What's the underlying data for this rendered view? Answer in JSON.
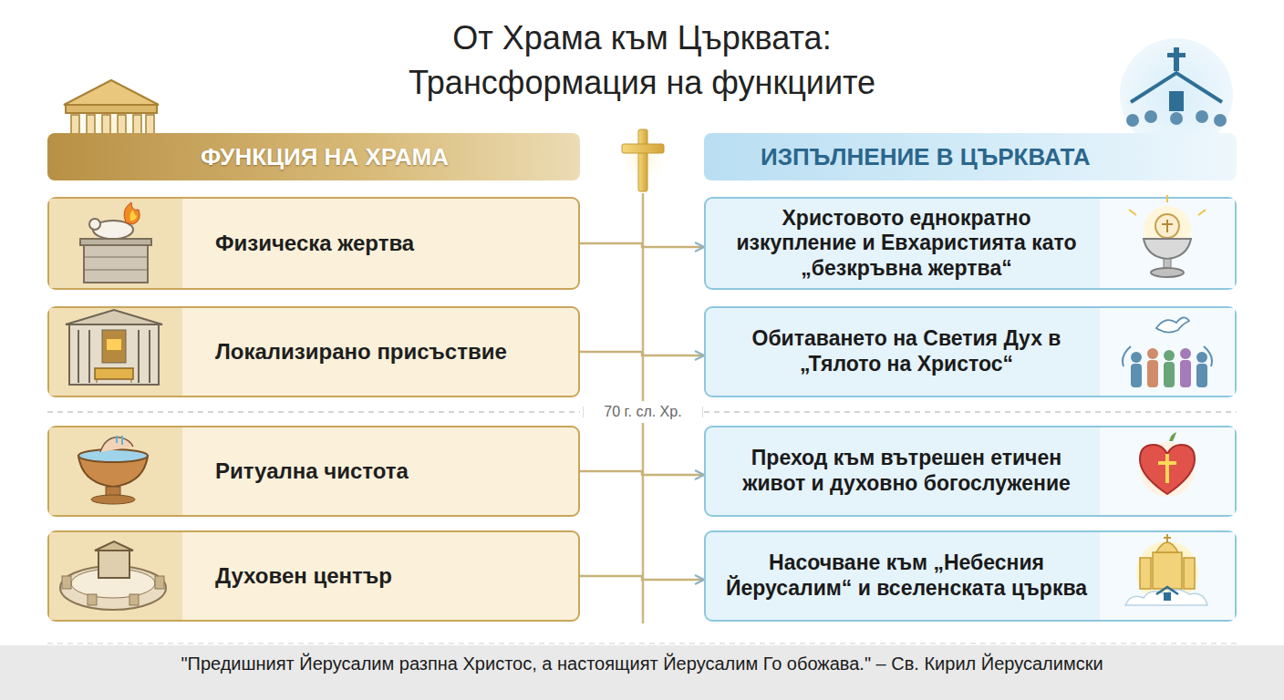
{
  "diagram": {
    "title": "От Храма към Църквата: Трансформация на функциите",
    "caption": "\"Предишният Йерусалим разпна Христос, а настоящият Йерусалим Го обожава.\" – Св. Кирил Йерусалимски",
    "nodes": [
      {
        "text": [
          "ФУНКЦИЯ НА ХРАМА"
        ]
      },
      {
        "text": [
          "ИЗПЪЛНЕНИЕ В ЦЪРКВАТА"
        ]
      },
      {
        "text": [
          "Физическа жертва"
        ]
      },
      {
        "text": [
          "Христовото еднократно изкупление и Евхаристията като „безкръвна жертва“"
        ]
      },
      {
        "text": [
          "Локализирано присъствие"
        ]
      },
      {
        "text": [
          "Обитаването на Светия Дух в „Тялото на Христос“"
        ]
      },
      {
        "text": [
          "Ритуална чистота"
        ]
      },
      {
        "text": [
          "Преход към вътрешен етичен живот и духовно богослужение"
        ]
      },
      {
        "text": [
          "Духовен център"
        ]
      },
      {
        "text": [
          "Насочване към „Небесния Йерусалим“ и вселенската църква"
        ]
      }
    ],
    "edges": [
      {
        "from": 2,
        "to": 3,
        "arrow": "to"
      },
      {
        "from": 4,
        "to": 5,
        "arrow": "to"
      },
      {
        "from": 6,
        "to": 7,
        "arrow": "to"
      },
      {
        "from": 8,
        "to": 9,
        "arrow": "to"
      }
    ],
    "labels": [
      "70 г. сл. Хр."
    ]
  }
}
